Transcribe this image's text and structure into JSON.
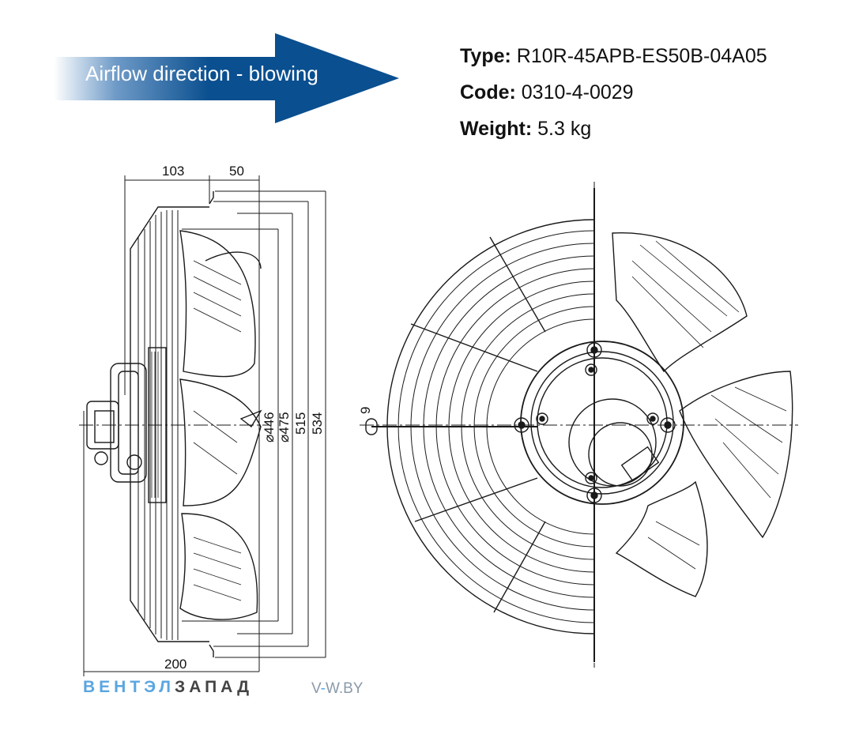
{
  "airflow": {
    "label": "Airflow direction - blowing"
  },
  "specs": [
    {
      "key": "Type:",
      "value": "R10R-45APB-ES50B-04A05"
    },
    {
      "key": "Code:",
      "value": "0310-4-0029"
    },
    {
      "key": "Weight:",
      "value": "5.3 kg"
    }
  ],
  "dimensions": {
    "top_left": "103",
    "top_right": "50",
    "bottom": "200",
    "d1": "⌀446",
    "d2": "⌀475",
    "d3": "515",
    "d4": "534",
    "bolt": "9"
  },
  "brand": {
    "part1": "ВЕНТЭЛ",
    "part2": "ЗАПАД"
  },
  "site": {
    "pre": "V",
    "dash": "-",
    "post": "W.BY"
  },
  "colors": {
    "arrow": "#0a4f8f",
    "brand_light": "#5aa6e0",
    "line": "#1a1a1a"
  }
}
